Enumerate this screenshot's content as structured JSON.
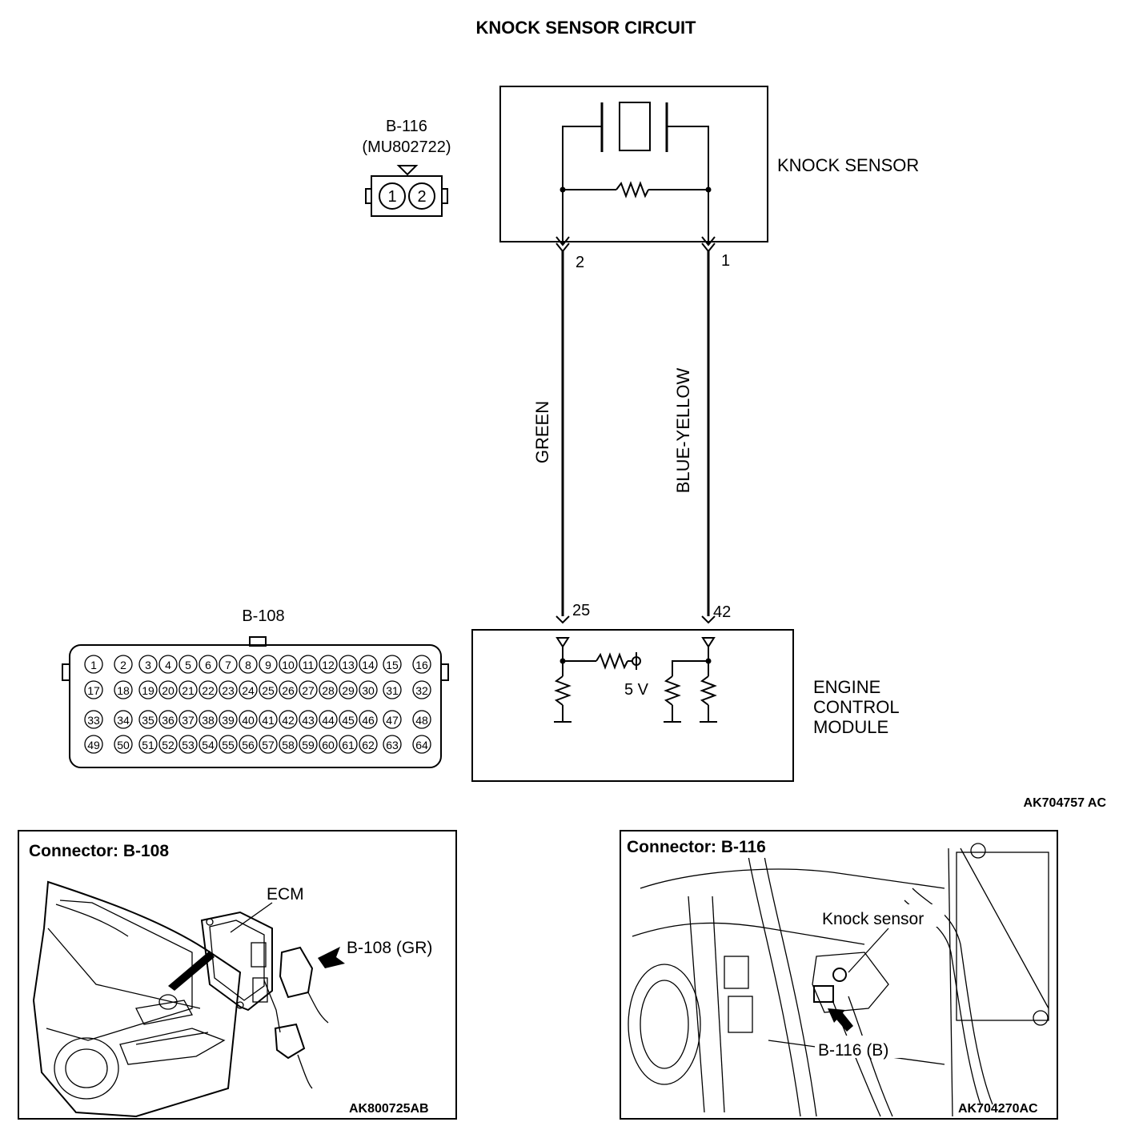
{
  "title": "KNOCK SENSOR CIRCUIT",
  "connector_b116": {
    "id": "B-116",
    "part_no": "(MU802722)",
    "pins": [
      "1",
      "2"
    ]
  },
  "knock_sensor": {
    "label": "KNOCK SENSOR",
    "pin_left": "2",
    "pin_right": "1"
  },
  "wires": {
    "left_color": "GREEN",
    "right_color": "BLUE-YELLOW"
  },
  "ecm": {
    "label_lines": [
      "ENGINE",
      "CONTROL",
      "MODULE"
    ],
    "pin_left": "25",
    "pin_right": "42",
    "voltage": "5 V"
  },
  "connector_b108": {
    "id": "B-108",
    "rows": [
      [
        "1",
        "2",
        "3",
        "4",
        "5",
        "6",
        "7",
        "8",
        "9",
        "10",
        "11",
        "12",
        "13",
        "14",
        "15",
        "16"
      ],
      [
        "17",
        "18",
        "19",
        "20",
        "21",
        "22",
        "23",
        "24",
        "25",
        "26",
        "27",
        "28",
        "29",
        "30",
        "31",
        "32"
      ],
      [
        "33",
        "34",
        "35",
        "36",
        "37",
        "38",
        "39",
        "40",
        "41",
        "42",
        "43",
        "44",
        "45",
        "46",
        "47",
        "48"
      ],
      [
        "49",
        "50",
        "51",
        "52",
        "53",
        "54",
        "55",
        "56",
        "57",
        "58",
        "59",
        "60",
        "61",
        "62",
        "63",
        "64"
      ]
    ]
  },
  "diagram_code": "AK704757 AC",
  "panel_left": {
    "title": "Connector: B-108",
    "ecm_label": "ECM",
    "connector_label": "B-108 (GR)",
    "code": "AK800725AB"
  },
  "panel_right": {
    "title": "Connector: B-116",
    "sensor_label": "Knock sensor",
    "connector_label": "B-116 (B)",
    "code": "AK704270AC"
  }
}
